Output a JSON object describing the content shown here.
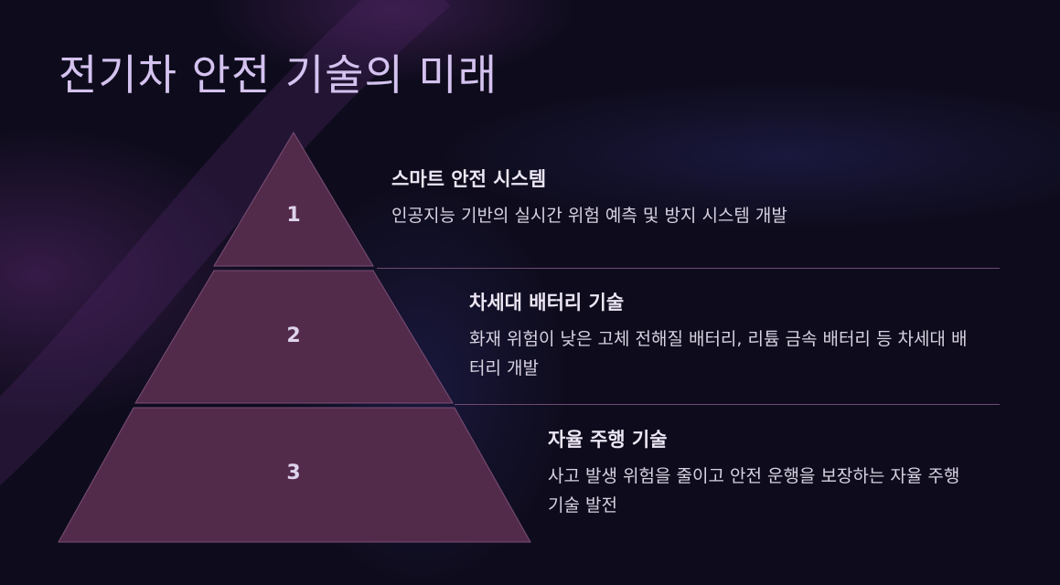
{
  "slide": {
    "title": "전기차 안전 기술의 미래",
    "tiers": [
      {
        "number": "1",
        "title": "스마트 안전 시스템",
        "description": "인공지능 기반의 실시간 위험 예측 및 방지 시스템 개발"
      },
      {
        "number": "2",
        "title": "차세대 배터리 기술",
        "description": "화재 위험이 낮은 고체 전해질 배터리, 리튬 금속 배터리 등 차세대 배터리 개발"
      },
      {
        "number": "3",
        "title": "자율 주행 기술",
        "description": "사고 발생 위험을 줄이고 안전 운행을 보장하는 자율 주행 기술 발전"
      }
    ]
  },
  "colors": {
    "background": "#0e0c1c",
    "tier_fill": "#532b4a",
    "tier_stroke": "#7a4f78",
    "title_text": "#d4c2ef",
    "divider": "#6e4a72"
  }
}
